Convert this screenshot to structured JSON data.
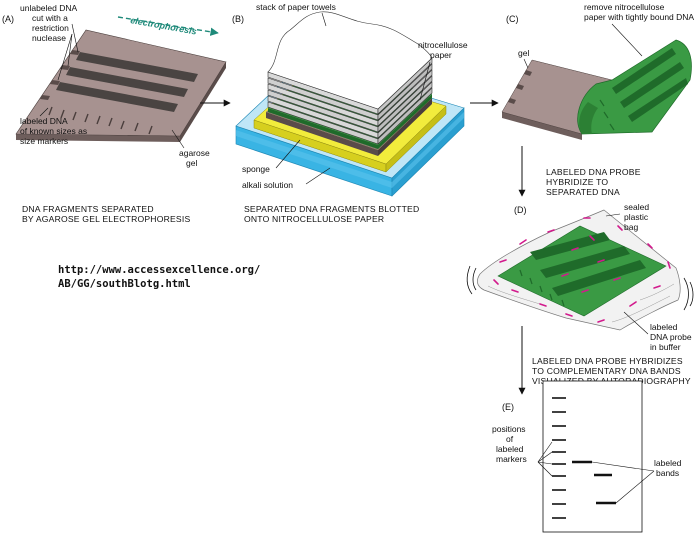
{
  "panels": {
    "a": {
      "letter": "(A)",
      "unlabeled_dna_1": "unlabeled DNA",
      "unlabeled_dna_2": "cut with a",
      "unlabeled_dna_3": "restriction",
      "unlabeled_dna_4": "nuclease",
      "electrophoresis": "electrophoresis",
      "markers_1": "labeled DNA",
      "markers_2": "of known sizes as",
      "markers_3": "size markers",
      "agarose_1": "agarose",
      "agarose_2": "gel",
      "caption_1": "DNA FRAGMENTS SEPARATED",
      "caption_2": "BY AGAROSE GEL ELECTROPHORESIS"
    },
    "b": {
      "letter": "(B)",
      "towels": "stack of paper towels",
      "nitro_1": "nitrocellulose",
      "nitro_2": "paper",
      "sponge": "sponge",
      "alkali": "alkali solution",
      "caption_1": "SEPARATED DNA FRAGMENTS BLOTTED",
      "caption_2": "ONTO NITROCELLULOSE PAPER"
    },
    "c": {
      "letter": "(C)",
      "remove_1": "remove nitrocellulose",
      "remove_2": "paper with tightly bound DNA",
      "gel": "gel",
      "step_1": "LABELED DNA PROBE",
      "step_2": "HYBRIDIZE TO",
      "step_3": "SEPARATED DNA"
    },
    "d": {
      "letter": "(D)",
      "bag_1": "sealed",
      "bag_2": "plastic",
      "bag_3": "bag",
      "probe_1": "labeled",
      "probe_2": "DNA probe",
      "probe_3": "in buffer",
      "step_1": "LABELED DNA PROBE HYBRIDIZES",
      "step_2": "TO COMPLEMENTARY DNA BANDS",
      "step_3": "VISUALIZED BY AUTORADIOGRAPHY"
    },
    "e": {
      "letter": "(E)",
      "positions_1": "positions",
      "positions_2": "of",
      "positions_3": "labeled",
      "positions_4": "markers",
      "bands_1": "labeled",
      "bands_2": "bands"
    }
  },
  "url": {
    "line1": "http://www.accessexcellence.org/",
    "line2": "AB/GG/southBlotg.html"
  },
  "colors": {
    "gel_top": "#a79290",
    "gel_side": "#6e5e5c",
    "gel_band": "#4a4442",
    "nitro_green": "#3a9a44",
    "nitro_dark": "#1f6b2a",
    "sponge_yellow": "#f2ec3c",
    "alkali_blue": "#39b4e4",
    "alkali_light": "#bfe6f7",
    "probe_magenta": "#d21a8c",
    "electrophoresis_label": "#1f8a7a"
  }
}
